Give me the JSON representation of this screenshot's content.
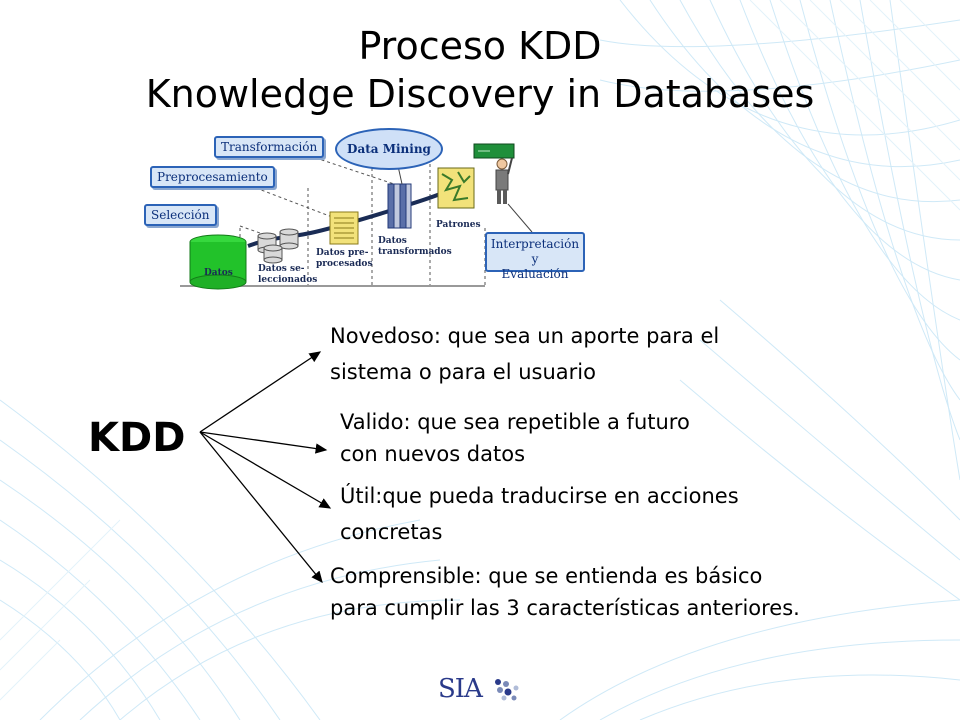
{
  "title": {
    "line1": "Proceso KDD",
    "line2": "Knowledge Discovery in Databases"
  },
  "diagram": {
    "stages": {
      "seleccion": "Selección",
      "preprocesamiento": "Preprocesamiento",
      "transformacion": "Transformación",
      "data_mining": "Data Mining",
      "interpretacion_1": "Interpretación   y",
      "interpretacion_2": "Evaluación"
    },
    "labels": {
      "datos": "Datos",
      "datos_seleccionados_1": "Datos se-",
      "datos_seleccionados_2": "leccionados",
      "datos_preprocesados_1": "Datos pre-",
      "datos_preprocesados_2": "procesados",
      "datos_transformados_1": "Datos",
      "datos_transformados_2": "transformados",
      "patrones": "Patrones"
    }
  },
  "kdd_label": "KDD",
  "characteristics": [
    {
      "line1": "Novedoso: que sea un aporte para el",
      "line2": "sistema o para el usuario"
    },
    {
      "line1": "Valido: que sea repetible a futuro",
      "line2": "con nuevos datos"
    },
    {
      "line1": "Útil:que pueda traducirse en acciones",
      "line2": "concretas"
    },
    {
      "line1": "Comprensible: que se entienda es básico",
      "line2": "para cumplir las 3 características anteriores."
    }
  ],
  "logo": {
    "text": "SIA",
    "icon": "sia-dots-logo-icon"
  },
  "colors": {
    "box_fill": "#d8e6f7",
    "box_border": "#2c63b7",
    "datos_green": "#22c22a",
    "deco_lines": "#cfe9f7"
  }
}
